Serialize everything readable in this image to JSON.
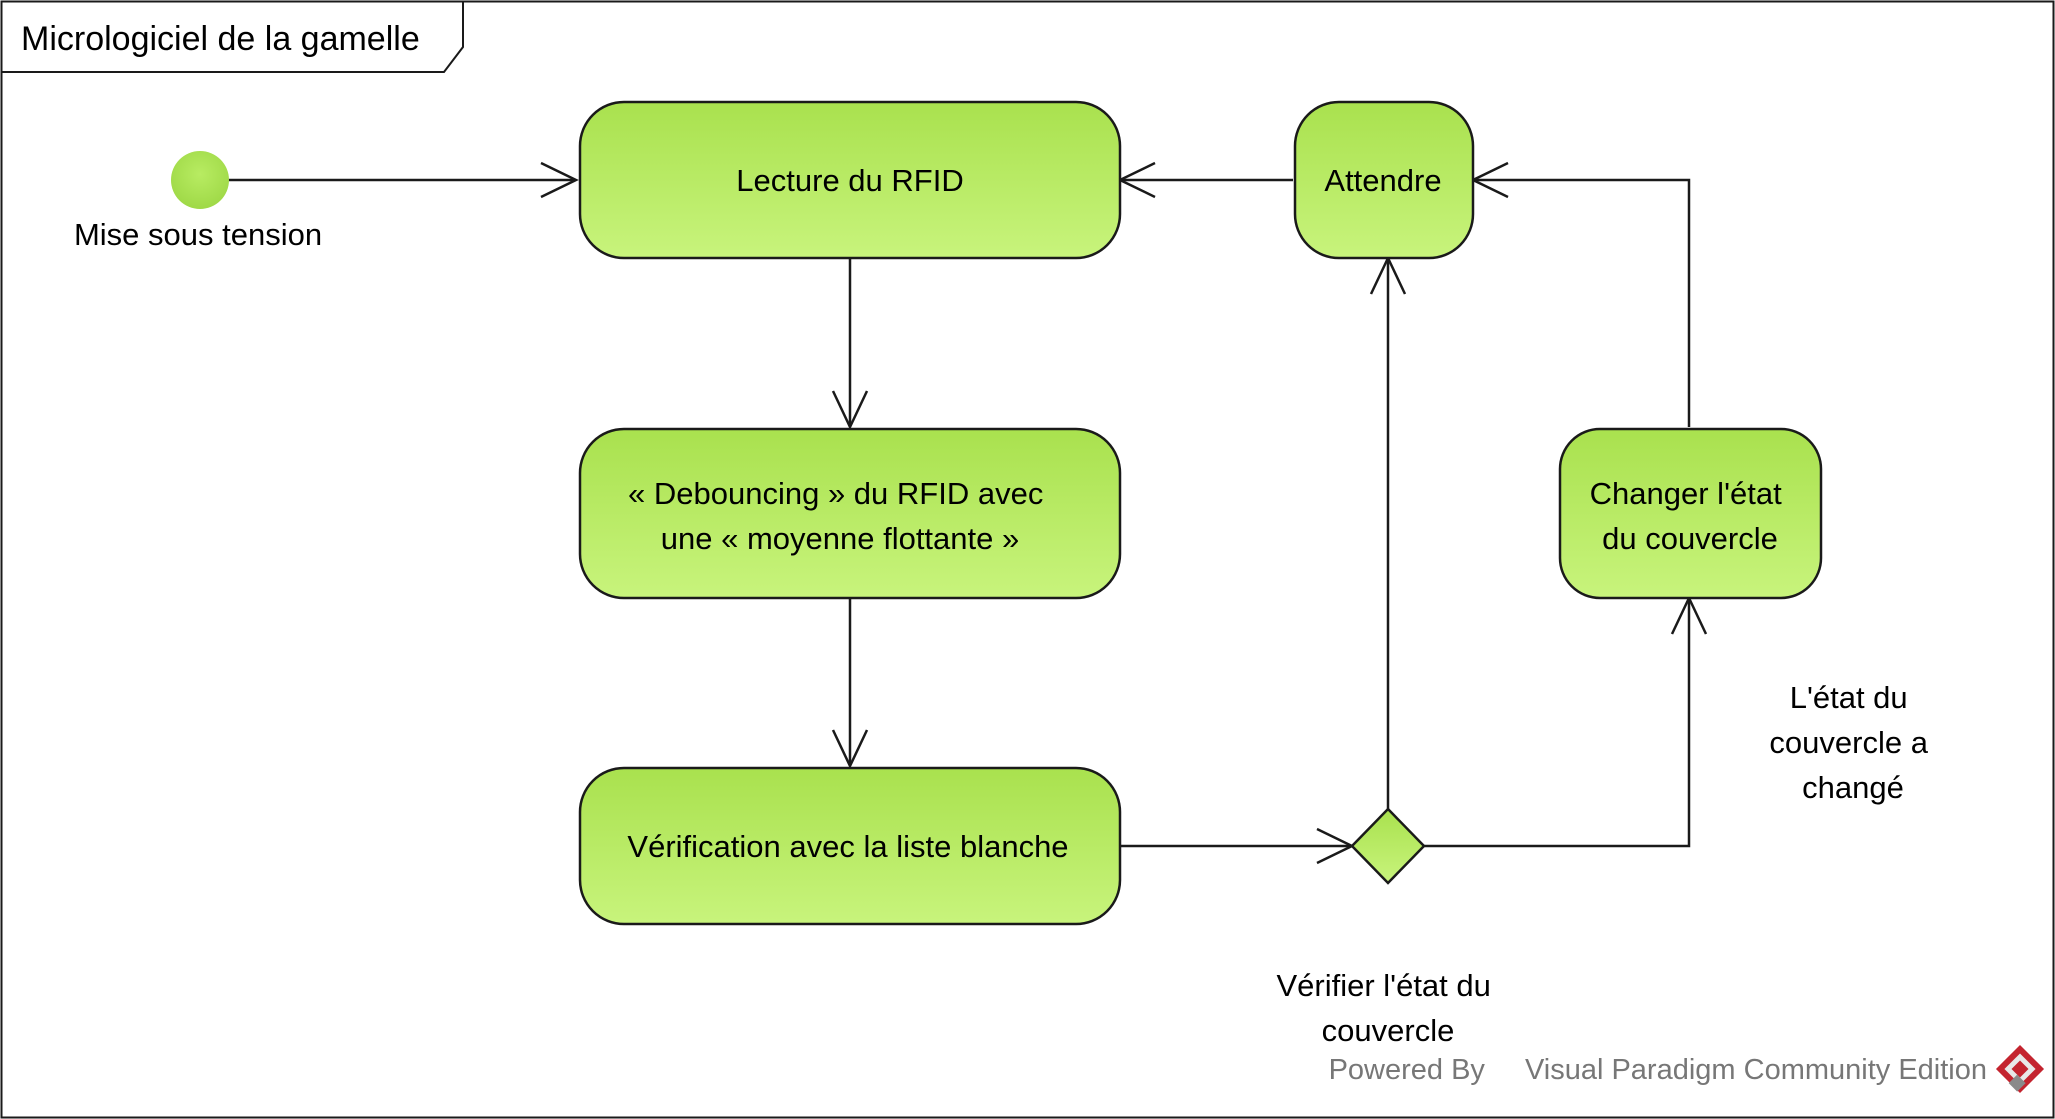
{
  "frame": {
    "title": "Micrologiciel de la gamelle"
  },
  "colors": {
    "node_fill_top": "#a9e14e",
    "node_fill_bottom": "#c8f47c",
    "stroke": "#1a1a1a",
    "watermark_text": "#777777",
    "logo_red": "#c4242f"
  },
  "nodes": {
    "initial": {
      "label": "Mise sous tension"
    },
    "lecture": {
      "lines": [
        "Lecture du RFID"
      ]
    },
    "debouncing": {
      "lines": [
        "« Debouncing » du RFID avec",
        "une « moyenne flottante »"
      ]
    },
    "verification": {
      "lines": [
        "Vérification avec la liste blanche"
      ]
    },
    "attendre": {
      "lines": [
        "Attendre"
      ]
    },
    "changer": {
      "lines": [
        "Changer l'état",
        "du couvercle"
      ]
    },
    "decision": {
      "lines": [
        "Vérifier l'état du",
        "couvercle"
      ]
    }
  },
  "guards": {
    "changed": {
      "lines": [
        "L'état du",
        "couvercle a",
        "changé"
      ]
    }
  },
  "watermark": {
    "prefix": "Powered By",
    "product": "Visual Paradigm Community Edition",
    "logo_icon": "visual-paradigm-logo-icon"
  }
}
